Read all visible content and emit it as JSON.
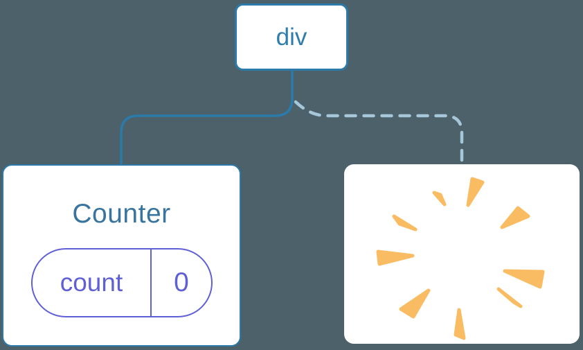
{
  "diagram": {
    "description": "component tree diagram",
    "root_node": {
      "label": "div"
    },
    "counter_node": {
      "title": "Counter",
      "state_pill": {
        "key": "count",
        "value": "0"
      }
    },
    "removed_node": {
      "icon": "poof-explosion-icon"
    },
    "connectors": {
      "left": {
        "style": "solid"
      },
      "right": {
        "style": "dashed"
      }
    },
    "colors": {
      "background": "#4c6169",
      "node_background": "#ffffff",
      "node_border_blue": "#2b7aa9",
      "root_label_blue": "#2f7dab",
      "counter_title_blue": "#38749e",
      "state_pill_indigo": "#6060d6",
      "dashed_connector_blue": "#a6c6da",
      "poof_orange": "#fabc62"
    }
  }
}
